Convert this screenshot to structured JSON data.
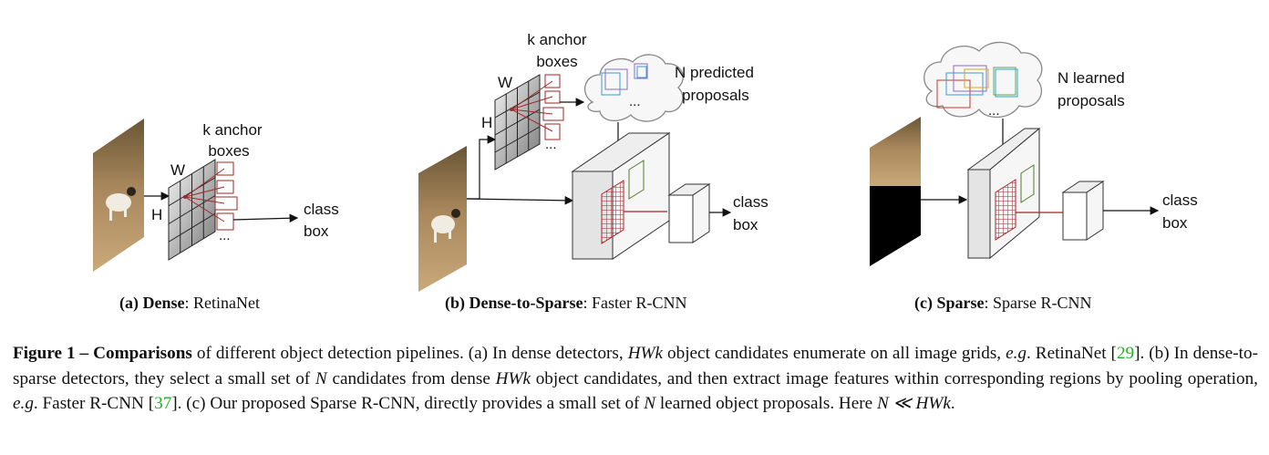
{
  "panels": [
    {
      "id": "a",
      "labels": {
        "anchor_top": "k anchor",
        "anchor_bottom": "boxes",
        "w": "W",
        "h": "H",
        "out1": "class",
        "out2": "box",
        "dots": "..."
      },
      "subcaption": {
        "prefix": "(a)",
        "bold": "Dense",
        "rest": ": RetinaNet"
      }
    },
    {
      "id": "b",
      "labels": {
        "anchor_top": "k anchor",
        "anchor_bottom": "boxes",
        "w": "W",
        "h": "H",
        "proposals_1": "N predicted",
        "proposals_2": "proposals",
        "out1": "class",
        "out2": "box",
        "dots": "..."
      },
      "subcaption": {
        "prefix": "(b)",
        "bold": "Dense-to-Sparse",
        "rest": ": Faster R-CNN"
      }
    },
    {
      "id": "c",
      "labels": {
        "proposals_1": "N learned",
        "proposals_2": "proposals",
        "out1": "class",
        "out2": "box",
        "dots": "..."
      },
      "subcaption": {
        "prefix": "(c)",
        "bold": "Sparse",
        "rest": ": Sparse R-CNN"
      }
    }
  ],
  "caption": {
    "label": "Figure 1",
    "dash": " – ",
    "bold": "Comparisons",
    "t1": " of different object detection pipelines. (a) In dense detectors, ",
    "math_hwk": "HWk",
    "t2": " object candidates enumerate on all image grids, ",
    "eg": "e.g",
    "t3": ". RetinaNet [",
    "ref1": "29",
    "t4": "]. (b) In dense-to-sparse detectors, they select a small set of ",
    "math_n": "N",
    "t5": " candidates from dense ",
    "t6": " object candidates, and then extract image features within corresponding regions by pooling operation, ",
    "eg2": "e.g",
    "t7": ". Faster R-CNN [",
    "ref2": "37",
    "t8": "]. (c) Our proposed Sparse R-CNN, directly provides a small set of ",
    "t9": " learned object proposals. Here ",
    "math_rel": "N ≪ HWk",
    "t10": "."
  },
  "colors": {
    "anchor": "#9e2a2a",
    "roi_grid": "#a8232b",
    "roi_box_green": "#4f7a2a",
    "cloud_stroke": "#888888",
    "proposal_colors": [
      "#3a9bd9",
      "#8d6ac4",
      "#c0392b",
      "#4caf50",
      "#d4a72c"
    ]
  }
}
